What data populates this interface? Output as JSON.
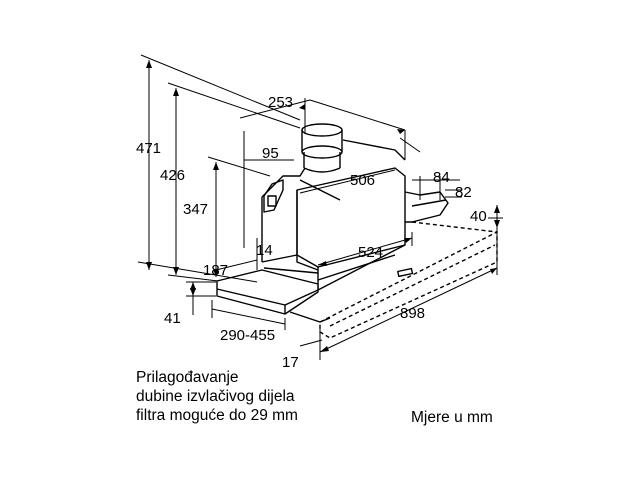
{
  "dimensions": {
    "d471": "471",
    "d426": "426",
    "d347": "347",
    "d253": "253",
    "d95": "95",
    "d506": "506",
    "d84": "84",
    "d82": "82",
    "d40": "40",
    "d14": "14",
    "d524": "524",
    "d187": "187",
    "d41": "41",
    "d898": "898",
    "d290_455": "290-455",
    "d17": "17"
  },
  "note": {
    "line1": "Prilagođavanje",
    "line2": "dubine izvlačivog dijela",
    "line3": "filtra moguće do 29 mm"
  },
  "units": "Mjere u mm"
}
